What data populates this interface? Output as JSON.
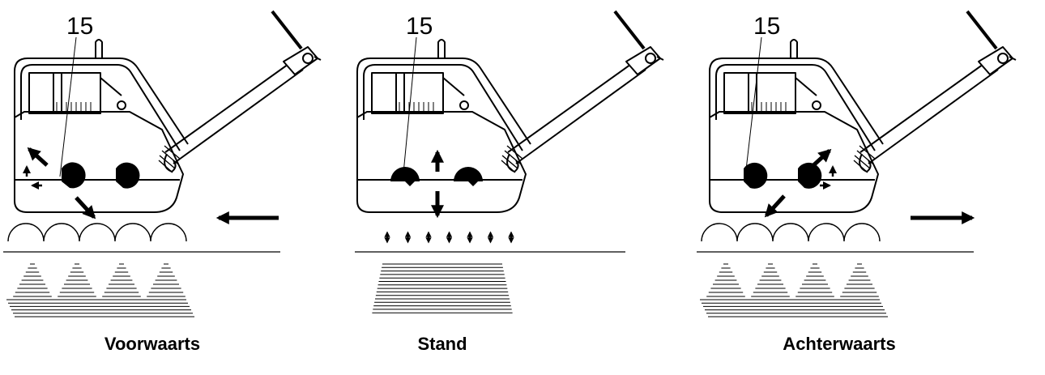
{
  "panels": [
    {
      "mode": "forward",
      "part_number": "15",
      "caption": "Voorwaarts"
    },
    {
      "mode": "stand",
      "part_number": "15",
      "caption": "Stand"
    },
    {
      "mode": "reverse",
      "part_number": "15",
      "caption": "Achterwaarts"
    }
  ]
}
